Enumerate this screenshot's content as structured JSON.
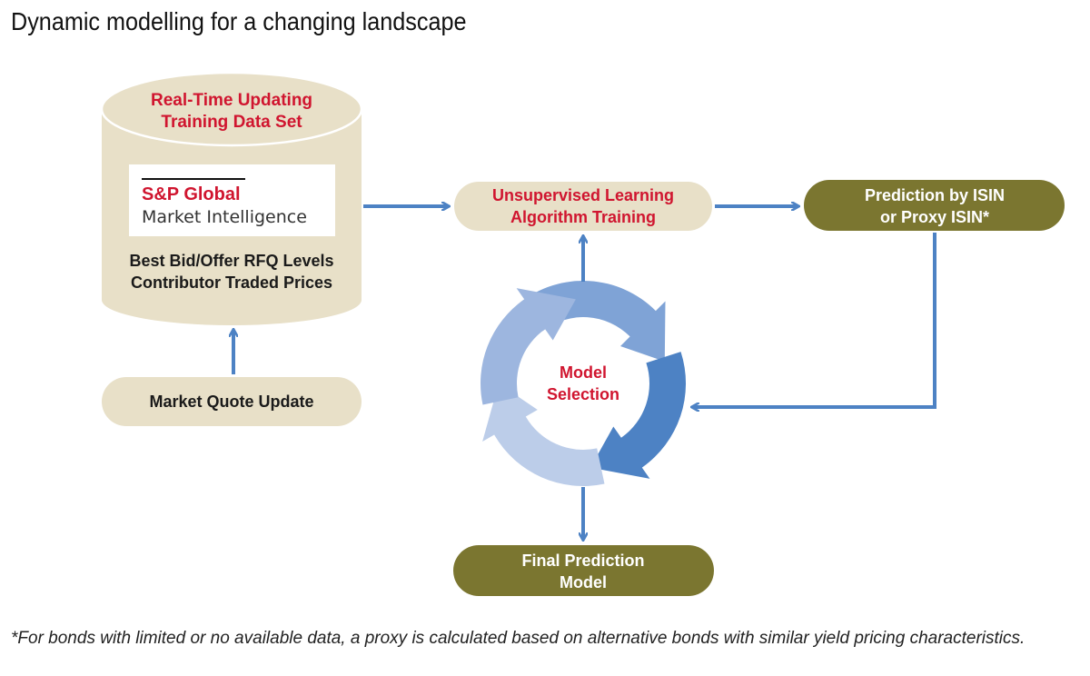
{
  "title": "Dynamic modelling for a changing landscape",
  "colors": {
    "beige": "#e8e0c8",
    "olive": "#7b7630",
    "red": "#d0152f",
    "arrow_blue": "#4d82c4",
    "cycle_blue_dark": "#4d82c4",
    "cycle_blue_mid": "#7fa3d6",
    "cycle_blue_light": "#9db6df",
    "cycle_blue_lightest": "#bccde9"
  },
  "nodes": {
    "training_data": {
      "title_line1": "Real-Time Updating",
      "title_line2": "Training Data Set",
      "line1": "Best Bid/Offer RFQ Levels",
      "line2": "Contributor Traded Prices"
    },
    "logo": {
      "brand": "S&P Global",
      "sub": "Market Intelligence"
    },
    "market_quote": {
      "label": "Market Quote Update"
    },
    "unsupervised": {
      "line1": "Unsupervised Learning",
      "line2": "Algorithm Training"
    },
    "prediction": {
      "line1": "Prediction by ISIN",
      "line2": "or Proxy ISIN*"
    },
    "model_selection": {
      "line1": "Model",
      "line2": "Selection"
    },
    "final": {
      "line1": "Final Prediction",
      "line2": "Model"
    }
  },
  "footnote": "*For bonds with limited or no available data, a proxy is calculated based on alternative bonds with similar yield pricing characteristics."
}
